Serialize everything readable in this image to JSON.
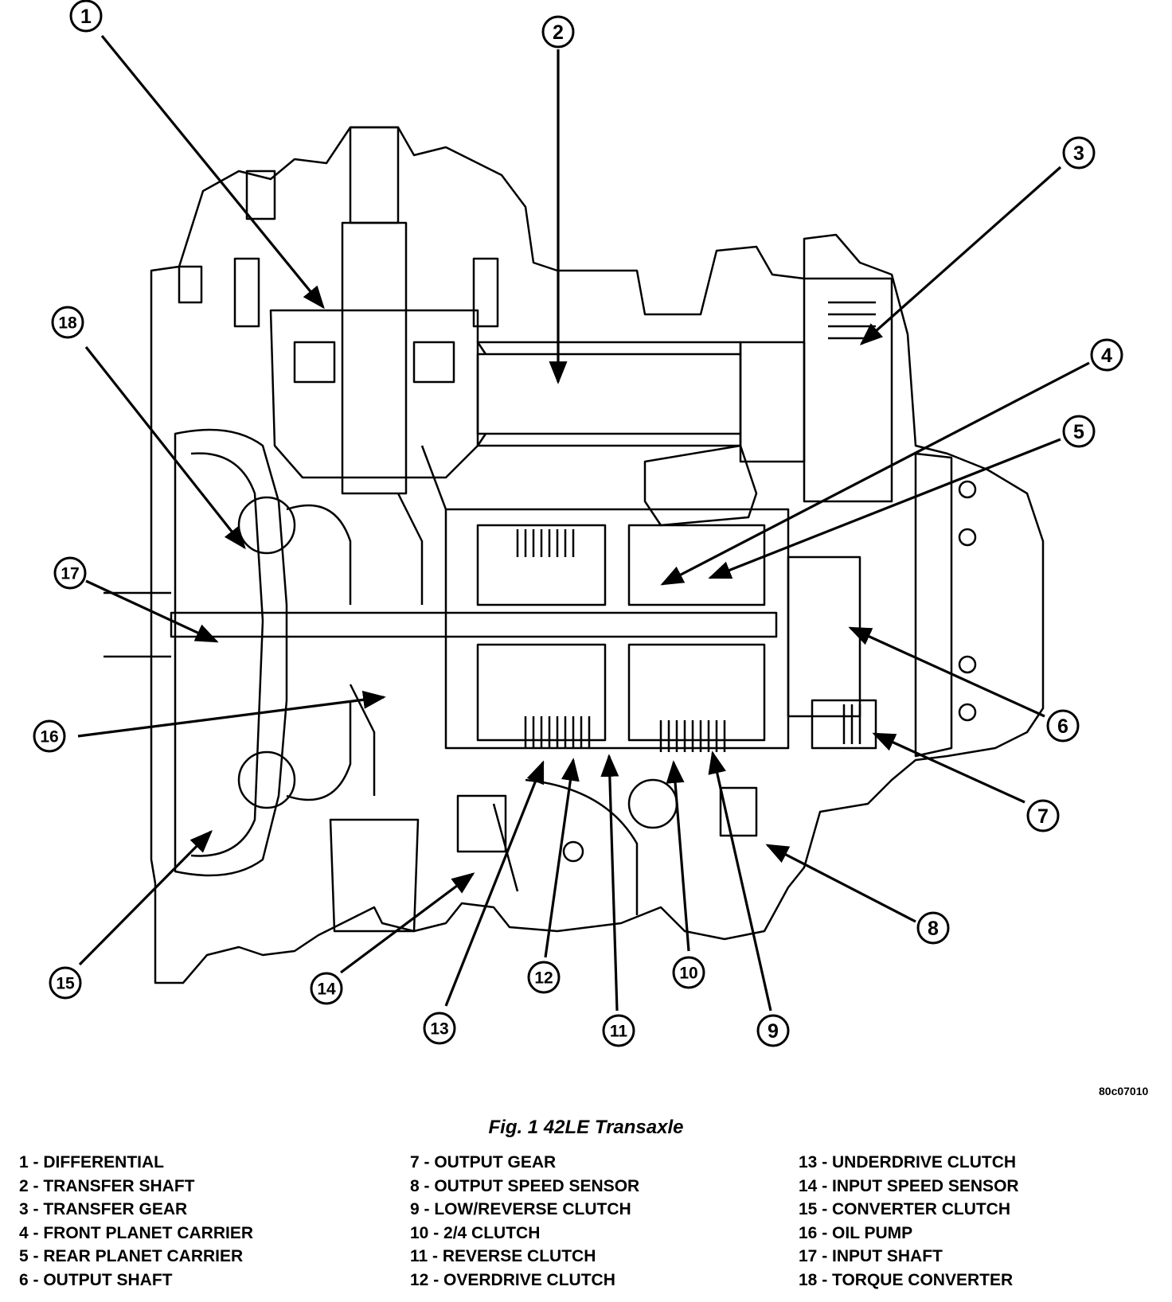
{
  "figure_code": "80c07010",
  "caption": "Fig. 1 42LE Transaxle",
  "callouts": [
    "1",
    "2",
    "3",
    "4",
    "5",
    "6",
    "7",
    "8",
    "9",
    "10",
    "11",
    "12",
    "13",
    "14",
    "15",
    "16",
    "17",
    "18"
  ],
  "legend": {
    "col1": [
      "1 - DIFFERENTIAL",
      "2 - TRANSFER SHAFT",
      "3 - TRANSFER GEAR",
      "4 - FRONT PLANET CARRIER",
      "5 - REAR PLANET CARRIER",
      "6 - OUTPUT SHAFT"
    ],
    "col2": [
      "7 - OUTPUT GEAR",
      "8 - OUTPUT SPEED SENSOR",
      "9 - LOW/REVERSE CLUTCH",
      "10 - 2/4 CLUTCH",
      "11 - REVERSE CLUTCH",
      "12 - OVERDRIVE CLUTCH"
    ],
    "col3": [
      "13 - UNDERDRIVE CLUTCH",
      "14 - INPUT SPEED SENSOR",
      "15 - CONVERTER CLUTCH",
      "16 - OIL PUMP",
      "17 - INPUT SHAFT",
      "18 - TORQUE CONVERTER"
    ]
  }
}
